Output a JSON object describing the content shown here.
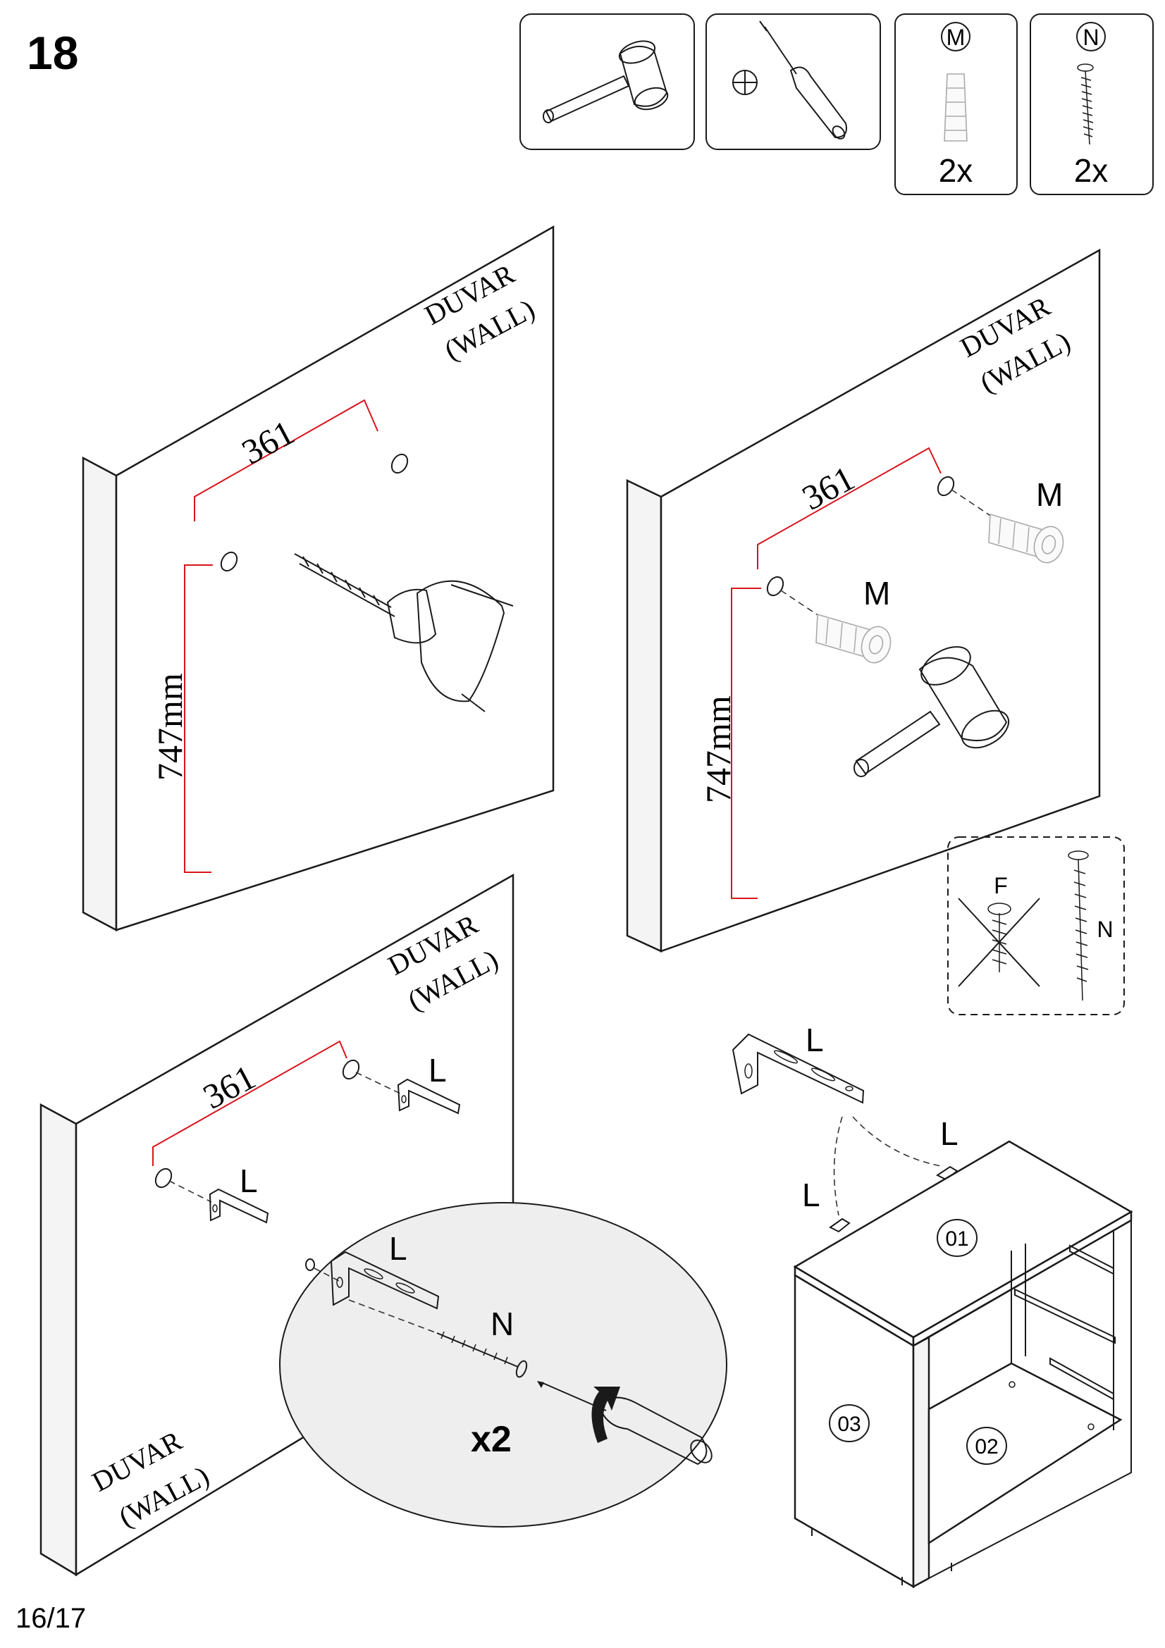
{
  "step_number": "18",
  "page_number": "16/17",
  "tool_boxes": {
    "hammer": {
      "icon": "hammer-icon"
    },
    "screwdriver": {
      "icon": "phillips-screwdriver-icon"
    },
    "part_m": {
      "letter": "M",
      "quantity": "2x",
      "icon": "wall-plug-icon"
    },
    "part_n": {
      "letter": "N",
      "quantity": "2x",
      "icon": "screw-icon"
    }
  },
  "panel_drill": {
    "wall_label_line1": "DUVAR",
    "wall_label_line2": "(WALL)",
    "horizontal_dimension": "361",
    "vertical_dimension": "747mm"
  },
  "panel_plugs": {
    "wall_label_line1": "DUVAR",
    "wall_label_line2": "(WALL)",
    "horizontal_dimension": "361",
    "vertical_dimension": "747mm",
    "plug_label_upper": "M",
    "plug_label_lower": "M"
  },
  "screw_note": {
    "forbidden_label": "F",
    "allowed_label": "N"
  },
  "panel_brackets": {
    "wall_label_top_line1": "DUVAR",
    "wall_label_top_line2": "(WALL)",
    "wall_label_bottom_line1": "DUVAR",
    "wall_label_bottom_line2": "(WALL)",
    "horizontal_dimension": "361",
    "bracket_label_upper": "L",
    "bracket_label_lower": "L",
    "detail_bracket_label": "L",
    "detail_screw_label": "N",
    "detail_multiplier": "x2"
  },
  "cabinet": {
    "bracket_label_top": "L",
    "bracket_label_right": "L",
    "bracket_label_left": "L",
    "panel_01": "01",
    "panel_02": "02",
    "panel_03": "03"
  }
}
